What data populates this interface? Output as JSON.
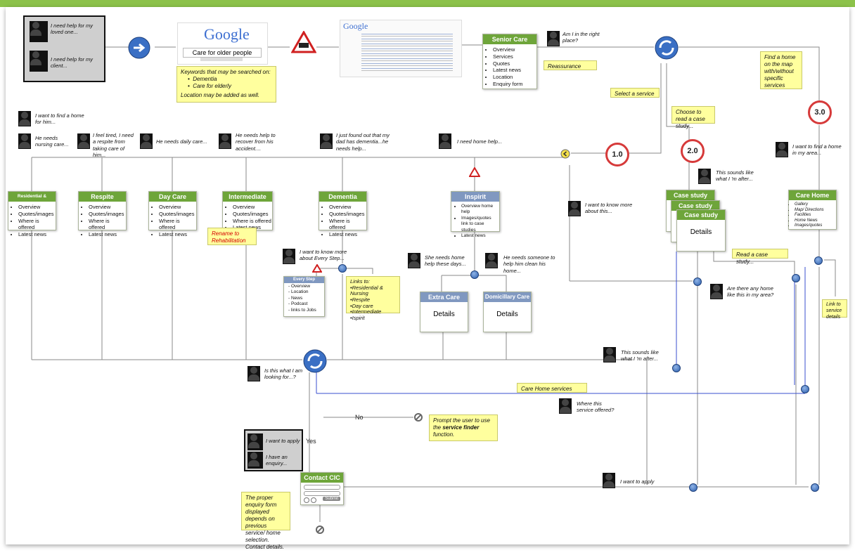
{
  "header_text": {
    "personas_top": [
      "I need help for my loved one...",
      "I need help for my client..."
    ],
    "google_logo": "Google",
    "google_query": "Care for older people",
    "google_results_logo": "Google",
    "keywords_note": {
      "title": "Keywords that may be searched on:",
      "items": [
        "Dementia",
        "Care for elderly"
      ],
      "footer": "Location may be added as well."
    },
    "senior_care": {
      "title": "Senior Care",
      "items": [
        "Overview",
        "Services",
        "Quotes",
        "Latest news",
        "Location",
        "Enquiry form"
      ]
    },
    "am_i_right": "Am I in the right place?",
    "reassurance": "Reassurance",
    "select_service": "Select a service",
    "find_home_map": "Find a home on the map with/without specific services"
  },
  "personas_row": [
    "I want to find a home for him...",
    "He needs nursing care...",
    "I feel tired, I need a respite from taking care of him...",
    "He needs daily care...",
    "He needs help to recover from his accident....",
    "I just found out that my dad has dementia...he needs help...",
    "I need home help..."
  ],
  "services": [
    {
      "title": "Residential & Nursing",
      "items": [
        "Overview",
        "Quotes/images",
        "Where is offered",
        "Latest news"
      ]
    },
    {
      "title": "Respite",
      "items": [
        "Overview",
        "Quotes/images",
        "Where is offered",
        "Latest news"
      ]
    },
    {
      "title": "Day Care",
      "items": [
        "Overview",
        "Quotes/images",
        "Where is offered",
        "Latest news"
      ]
    },
    {
      "title": "Intermediate",
      "items": [
        "Overview",
        "Quotes/images",
        "Where is offered",
        "Latest news"
      ]
    },
    {
      "title": "Dementia",
      "items": [
        "Overview",
        "Quotes/images",
        "Where is offered",
        "Latest news"
      ]
    }
  ],
  "rename_note": "Rename to Rehabilitation",
  "inspirit": {
    "title": "Inspirit",
    "items": [
      "Overview home help",
      "Images/quotes link to case studies",
      "Latest news"
    ]
  },
  "every_step_persona": "I want to know more about Every Step...",
  "every_step": {
    "title": "Every Step",
    "items": [
      "- Overview",
      "- Location",
      "- News",
      "- Podcast",
      "- links to Jobs"
    ]
  },
  "links_note": {
    "title": "Links to:",
    "items": [
      "Residential & Nursing",
      "Respite",
      "Day care",
      "Intermediate",
      "Ispirit"
    ]
  },
  "home_help_personas": [
    "She needs home help these days...",
    "He needs someone to help him clean his home..."
  ],
  "extra_care": {
    "title": "Extra Care",
    "details": "Details"
  },
  "domiciliary": {
    "title": "Domicillary Care",
    "details": "Details"
  },
  "flow_numbers": [
    "1.0",
    "2.0",
    "3.0"
  ],
  "case_study_note": "Choose to read a case study...",
  "case_study_persona": "This sounds like what I 'm after...",
  "case_study": {
    "title": "Case study",
    "details": "Details"
  },
  "care_home_persona": "I want to find a home in my area...",
  "care_home": {
    "title": "Care Home",
    "items": [
      "Gallery",
      "Map/ Directions",
      "Facilities",
      "Home News",
      "Images/quotes"
    ]
  },
  "know_more_persona": "I want to know more about this...",
  "read_case_note": "Read a case study...",
  "any_homes_persona": "Are there any home like this in my area?",
  "link_service_note": "Link to service details",
  "sounds_like_persona": "This sounds like what I 'm after...",
  "care_home_services_note": "Care Home services",
  "where_offered_persona": "Where this service offered?",
  "looking_for_persona": "Is this what I am looking for...?",
  "no_label": "No",
  "yes_label": "Yes",
  "prompt_note": {
    "pre": "Prompt the user to use the ",
    "bold": "service finder",
    "post": " function."
  },
  "apply_personas": [
    "I want to apply",
    "I have an enquiry..."
  ],
  "contact": {
    "title": "Contact CIC",
    "submit": "Submit"
  },
  "want_apply_persona": "I want to apply",
  "enquiry_note": "The proper enquiry form displayed depends on previous service/ home selection. Contact details."
}
